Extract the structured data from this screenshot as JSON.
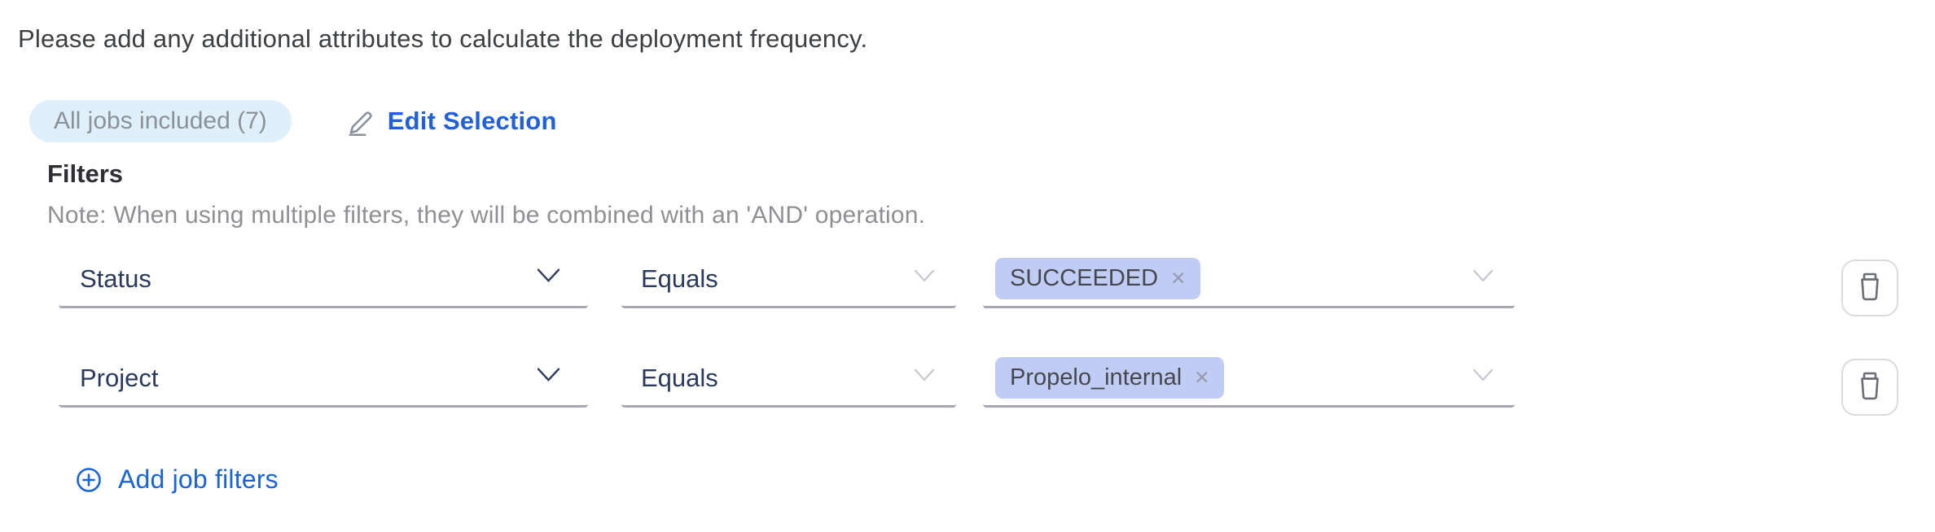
{
  "header": {
    "instruction": "Please add any additional attributes to calculate the deployment frequency."
  },
  "job_selection": {
    "badge_label": "All jobs included (7)",
    "edit_button_label": "Edit Selection"
  },
  "filters": {
    "section_title": "Filters",
    "note": "Note: When using multiple filters, they will be combined with an 'AND' operation.",
    "add_button_label": "Add job filters",
    "rows": [
      {
        "field": "Status",
        "operator": "Equals",
        "values": [
          {
            "label": "SUCCEEDED",
            "remove_glyph": "✕"
          }
        ]
      },
      {
        "field": "Project",
        "operator": "Equals",
        "values": [
          {
            "label": "Propelo_internal",
            "remove_glyph": "✕"
          }
        ]
      }
    ]
  },
  "colors": {
    "link_blue": "#1b64d8",
    "edit_link_blue": "#2160d9",
    "badge_background": "#dff0fa",
    "badge_text": "#8b9199",
    "tag_background": "#c1ccf5",
    "tag_text": "#45484e",
    "select_text": "#2b3a5c",
    "underline_gray": "#a6a9af",
    "note_text": "#8e9094"
  }
}
